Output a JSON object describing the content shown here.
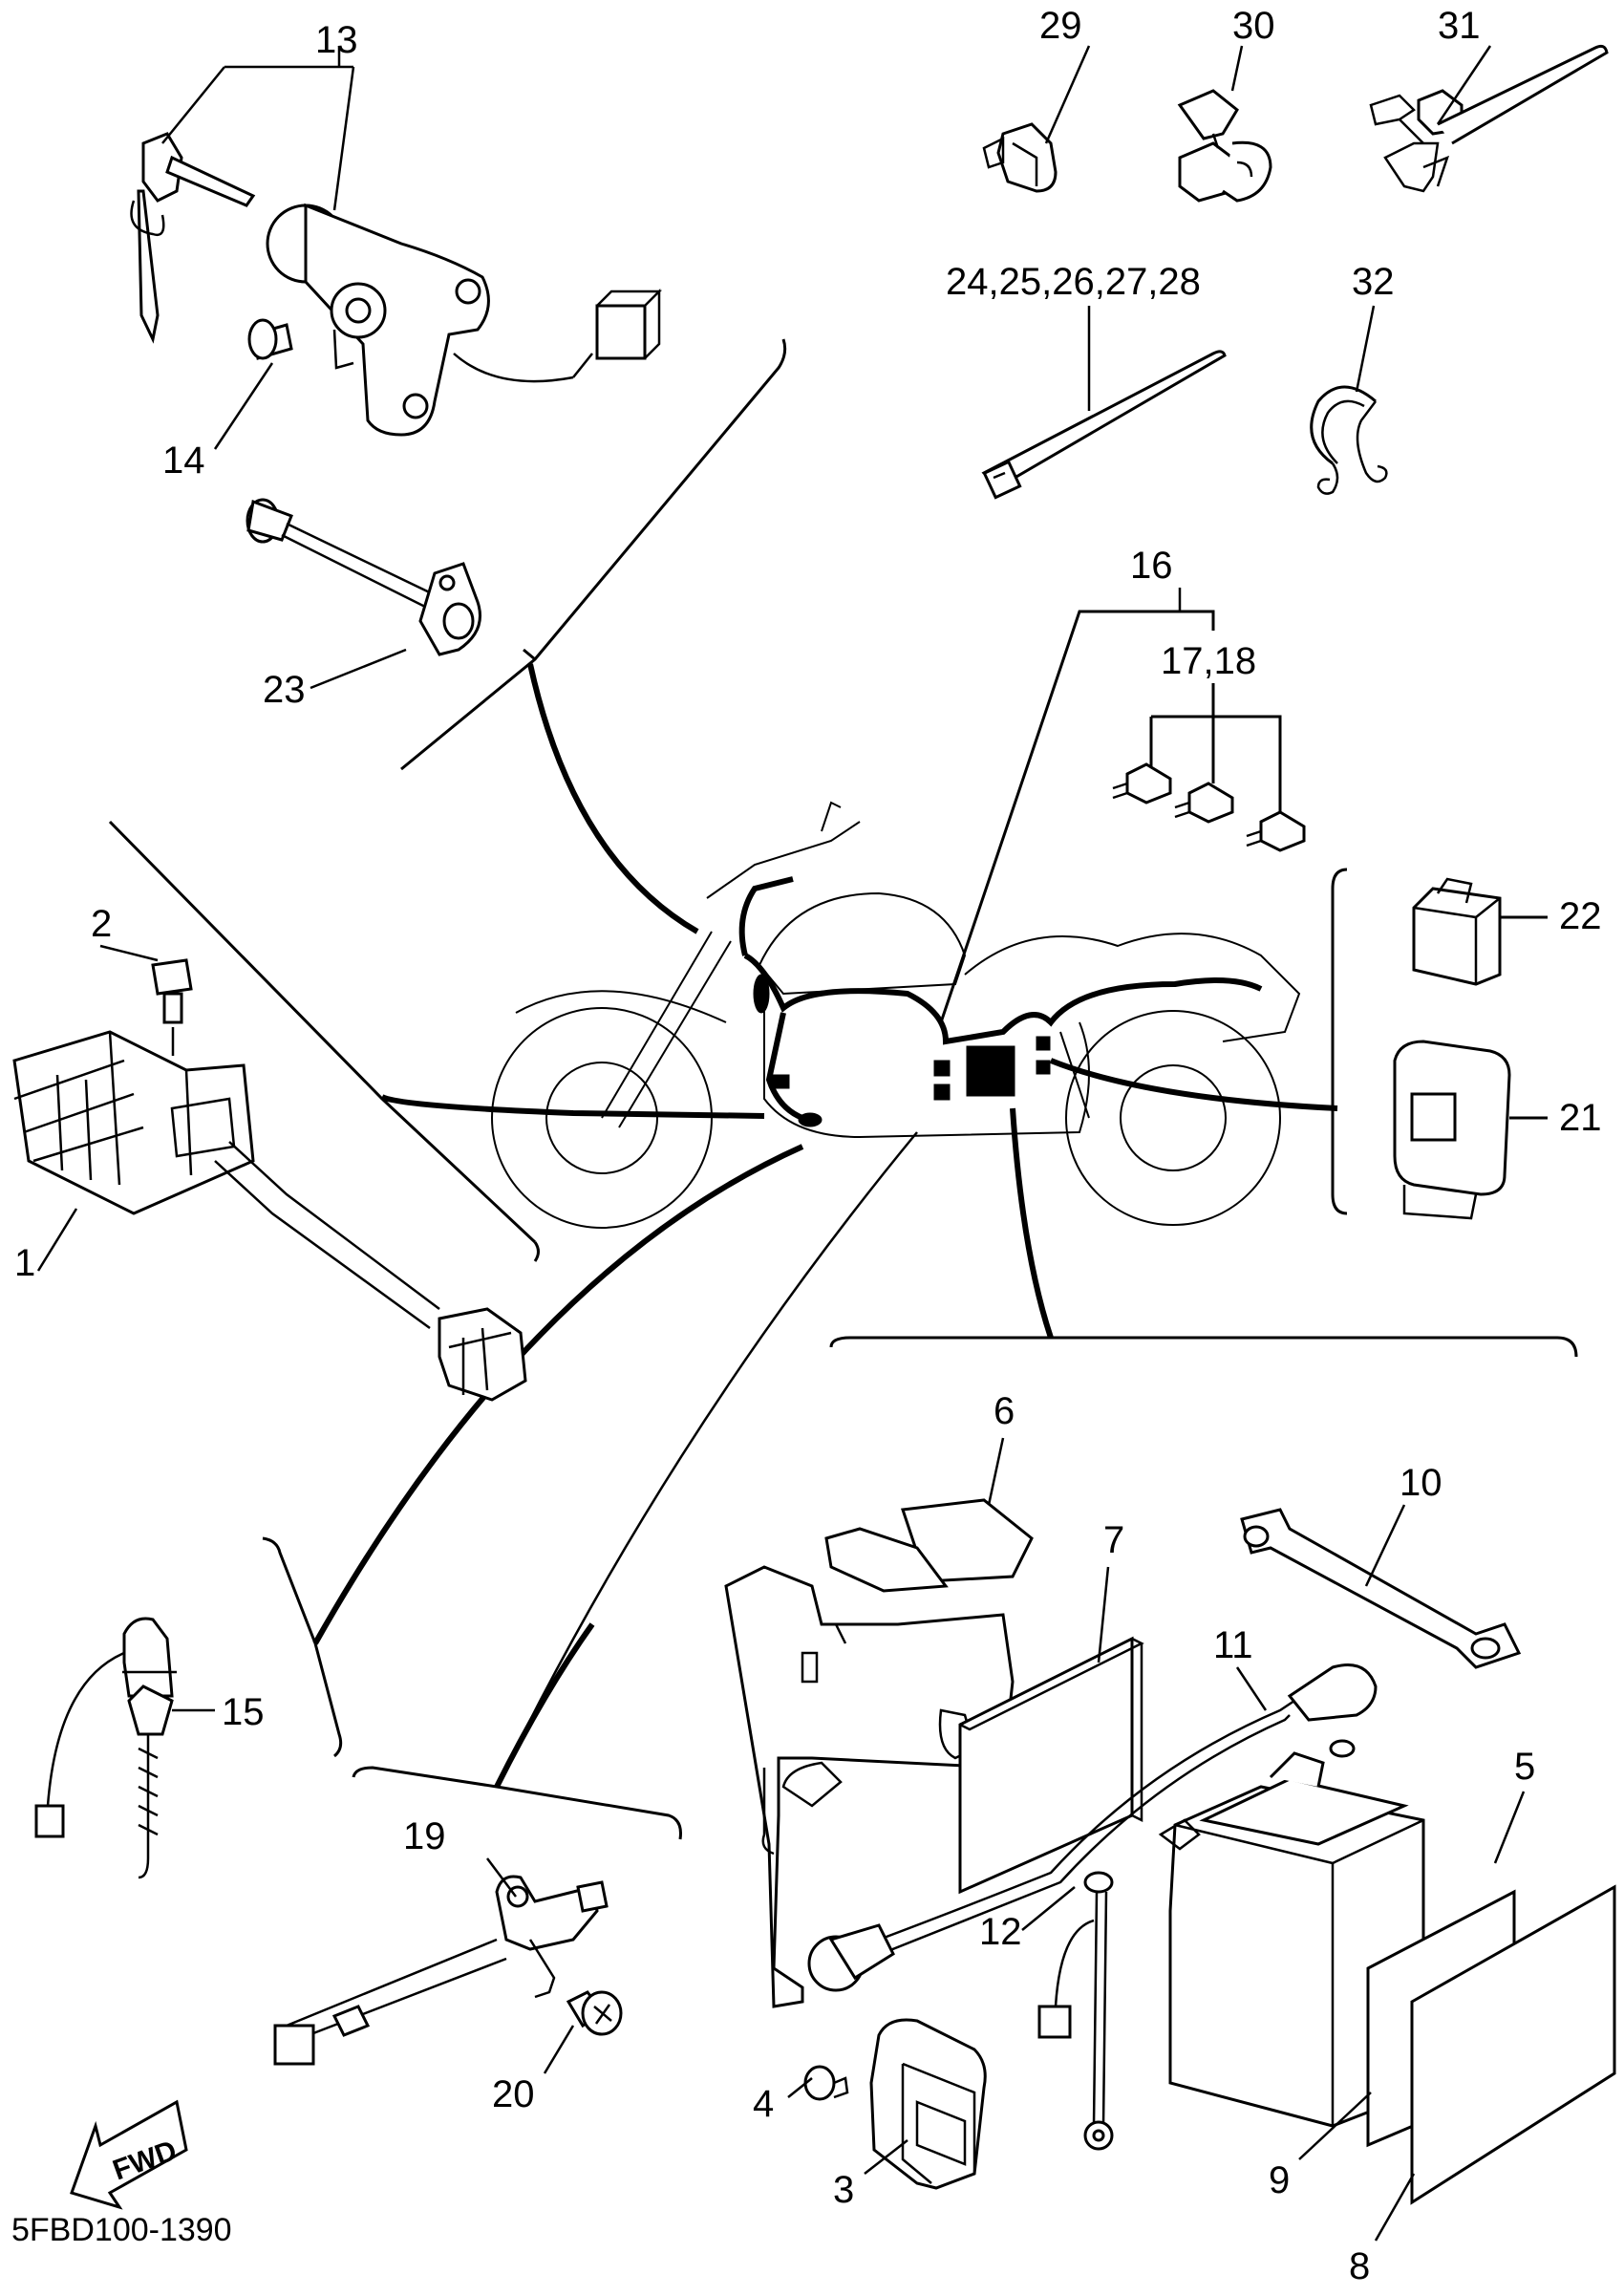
{
  "diagram": {
    "code": "5FBD100-1390",
    "fwd_label": "FWD",
    "callouts": {
      "c1": "1",
      "c2": "2",
      "c3": "3",
      "c4": "4",
      "c5": "5",
      "c6": "6",
      "c7": "7",
      "c8": "8",
      "c9": "9",
      "c10": "10",
      "c11": "11",
      "c12": "12",
      "c13": "13",
      "c14": "14",
      "c15": "15",
      "c16": "16",
      "c17_18": "17,18",
      "c19": "19",
      "c20": "20",
      "c21": "21",
      "c22": "22",
      "c23": "23",
      "c24_28": "24,25,26,27,28",
      "c29": "29",
      "c30": "30",
      "c31": "31",
      "c32": "32"
    }
  }
}
